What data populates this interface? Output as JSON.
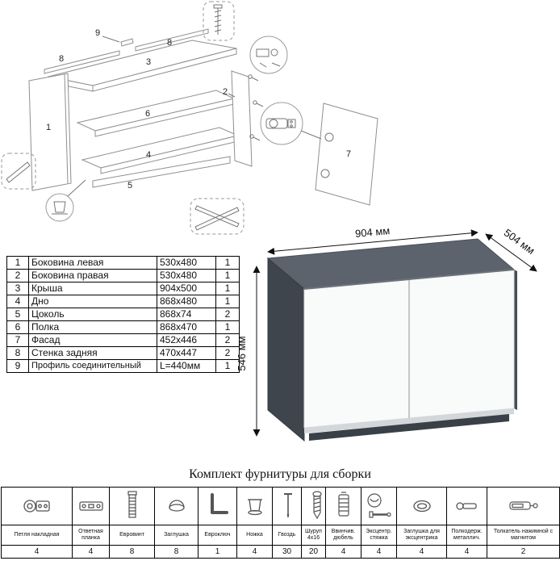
{
  "diagram": {
    "labels": {
      "n1": "1",
      "n2": "2",
      "n3": "3",
      "n4": "4",
      "n5": "5",
      "n6": "6",
      "n7": "7",
      "n8": "8",
      "n9": "9"
    }
  },
  "parts_table": {
    "rows": [
      {
        "num": "1",
        "name": "Боковина левая",
        "size": "530x480",
        "qty": "1"
      },
      {
        "num": "2",
        "name": "Боковина правая",
        "size": "530x480",
        "qty": "1"
      },
      {
        "num": "3",
        "name": "Крыша",
        "size": "904x500",
        "qty": "1"
      },
      {
        "num": "4",
        "name": "Дно",
        "size": "868x480",
        "qty": "1"
      },
      {
        "num": "5",
        "name": "Цоколь",
        "size": "868x74",
        "qty": "2"
      },
      {
        "num": "6",
        "name": "Полка",
        "size": "868x470",
        "qty": "1"
      },
      {
        "num": "7",
        "name": "Фасад",
        "size": "452x446",
        "qty": "2"
      },
      {
        "num": "8",
        "name": "Стенка задняя",
        "size": "470x447",
        "qty": "2"
      },
      {
        "num": "9",
        "name": "Профиль соединительный",
        "size": "L=440мм",
        "qty": "1"
      }
    ]
  },
  "assembled": {
    "width": "904 мм",
    "depth": "504 мм",
    "height": "546 мм",
    "colors": {
      "top": "#5c636c",
      "side": "#3f454d",
      "front": "#f9fafa"
    }
  },
  "hardware": {
    "title": "Комплект фурнитуры для сборки",
    "items": [
      {
        "icon": "hinge-icon",
        "label": "Петля накладная",
        "qty": "4"
      },
      {
        "icon": "strike-plate-icon",
        "label": "Ответная планка",
        "qty": "4"
      },
      {
        "icon": "confirmat-screw-icon",
        "label": "Евровинт",
        "qty": "8"
      },
      {
        "icon": "cap-icon",
        "label": "Заглушка",
        "qty": "8"
      },
      {
        "icon": "hex-key-icon",
        "label": "Евроключ",
        "qty": "1"
      },
      {
        "icon": "foot-icon",
        "label": "Ножка",
        "qty": "4"
      },
      {
        "icon": "nail-icon",
        "label": "Гвоздь",
        "qty": "30"
      },
      {
        "icon": "screw-icon",
        "label": "Шуруп 4х16",
        "qty": "20"
      },
      {
        "icon": "threaded-dowel-icon",
        "label": "Ввинчив. дюбель",
        "qty": "4"
      },
      {
        "icon": "cam-lock-icon",
        "label": "Эксцентр. стяжка",
        "qty": "4"
      },
      {
        "icon": "cam-cap-icon",
        "label": "Заглушка для эксцентрика",
        "qty": "4"
      },
      {
        "icon": "shelf-support-icon",
        "label": "Полкодерж. металлич.",
        "qty": "4"
      },
      {
        "icon": "push-opener-icon",
        "label": "Толкатель нажимной с магнитом",
        "qty": "2"
      }
    ]
  }
}
